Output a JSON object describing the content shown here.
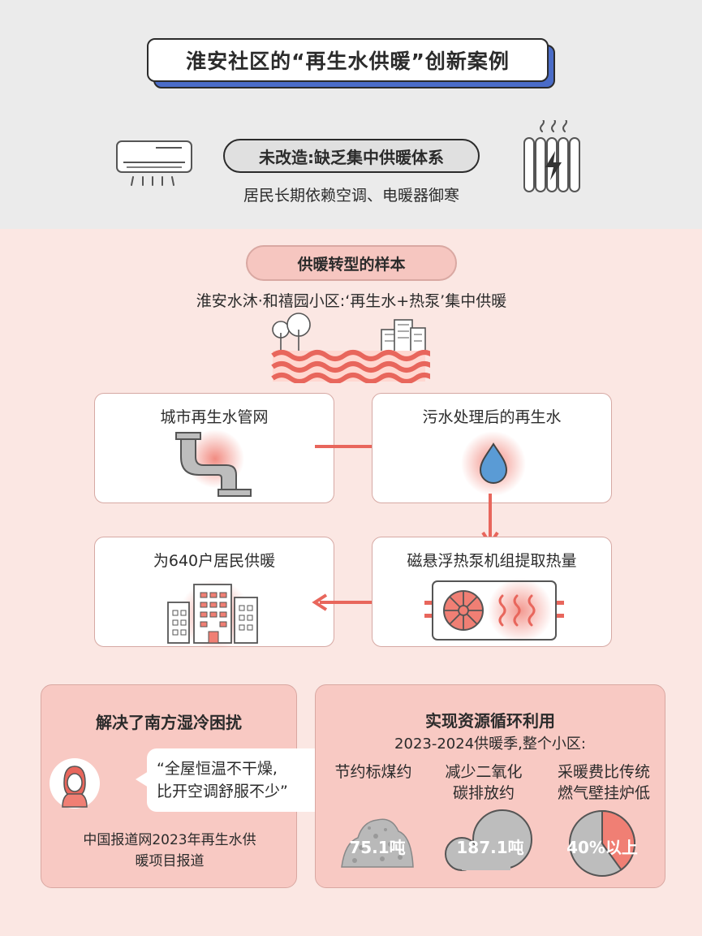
{
  "title": "淮安社区的“再生水供暖”创新案例",
  "before": {
    "pill": "未改造:缺乏集中供暖体系",
    "desc": "居民长期依赖空调、电暖器御寒",
    "left_icon": "air-conditioner-icon",
    "right_icon": "electric-radiator-icon"
  },
  "sample": {
    "pill": "供暖转型的样本",
    "desc": "淮安水沐·和禧园小区:‘再生水+热泵’集中供暖"
  },
  "flow": {
    "step1": "城市再生水管网",
    "step2": "污水处理后的再生水",
    "step3": "磁悬浮热泵机组提取热量",
    "step4": "为640户居民供暖"
  },
  "left_panel": {
    "title": "解决了南方湿冷困扰",
    "quote_line1": "“全屋恒温不干燥,",
    "quote_line2": "比开空调舒服不少”",
    "source_line1": "中国报道网2023年再生水供",
    "source_line2": "暖项目报道"
  },
  "right_panel": {
    "title": "实现资源循环利用",
    "subtitle": "2023-2024供暖季,整个小区:",
    "stats": [
      {
        "label_line1": "节约标煤约",
        "label_line2": "",
        "value": "75.1吨",
        "icon": "coal-pile-icon"
      },
      {
        "label_line1": "减少二氧化",
        "label_line2": "碳排放约",
        "value": "187.1吨",
        "icon": "co2-cloud-icon"
      },
      {
        "label_line1": "采暖费比传统",
        "label_line2": "燃气壁挂炉低",
        "value": "40%以上",
        "icon": "pie-chart-icon",
        "fraction": 0.4
      }
    ]
  },
  "colors": {
    "accent": "#f07f74",
    "accent_dark": "#e06058",
    "blue": "#4a6cc8",
    "water": "#5a9bd5",
    "panel": "#f8c9c3",
    "grey_bg": "#ebebeb",
    "pink_bg": "#fbe7e3"
  }
}
